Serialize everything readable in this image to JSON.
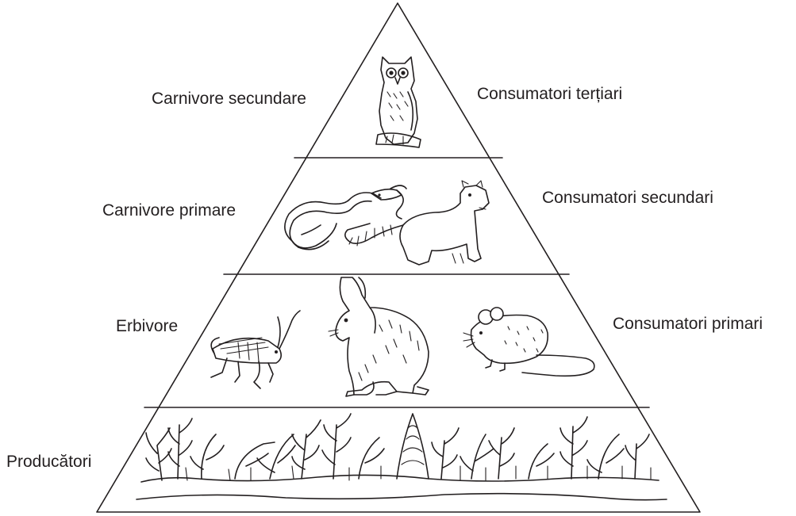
{
  "levels": [
    {
      "left_label": "Carnivore secundare",
      "right_label": "Consumatori terțiari",
      "organisms": [
        "owl"
      ]
    },
    {
      "left_label": "Carnivore primare",
      "right_label": "Consumatori secundari",
      "organisms": [
        "snake",
        "weasel"
      ]
    },
    {
      "left_label": "Erbivore",
      "right_label": "Consumatori primari",
      "organisms": [
        "grasshopper",
        "rabbit",
        "mouse"
      ]
    },
    {
      "left_label": "Producători",
      "right_label": "",
      "organisms": [
        "plants"
      ]
    }
  ],
  "colors": {
    "line": "#231f20",
    "background": "#ffffff"
  }
}
